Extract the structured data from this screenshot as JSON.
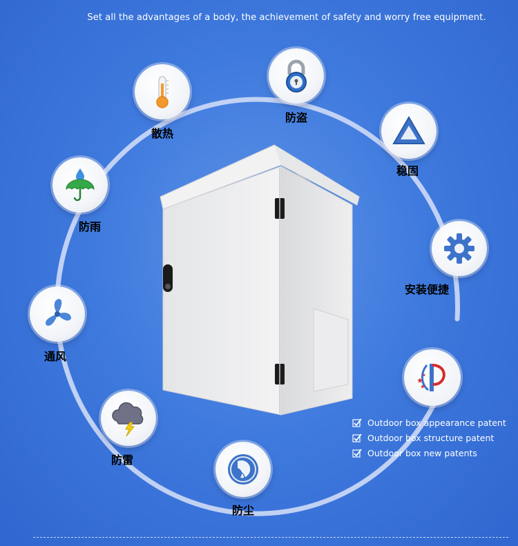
{
  "tagline": "Set all the advantages of a body, the achievement of safety and worry free equipment.",
  "features": [
    {
      "label": "散热",
      "icon": "thermometer-icon"
    },
    {
      "label": "防盗",
      "icon": "padlock-icon"
    },
    {
      "label": "稳固",
      "icon": "triangle-icon"
    },
    {
      "label": "防雨",
      "icon": "umbrella-rain-icon"
    },
    {
      "label": "安装便捷",
      "icon": "gear-icon"
    },
    {
      "label": "通风",
      "icon": "fan-icon"
    },
    {
      "label": "防雷",
      "icon": "thunder-cloud-icon"
    },
    {
      "label": "防尘",
      "icon": "dust-mask-icon"
    }
  ],
  "patents": [
    "Outdoor box appearance patent",
    "Outdoor box structure patent",
    "Outdoor box new patents"
  ],
  "colors": {
    "background": "#3f7ade",
    "ring": "#c7d6f5",
    "text_light": "#ffffff",
    "label": "#000000"
  }
}
